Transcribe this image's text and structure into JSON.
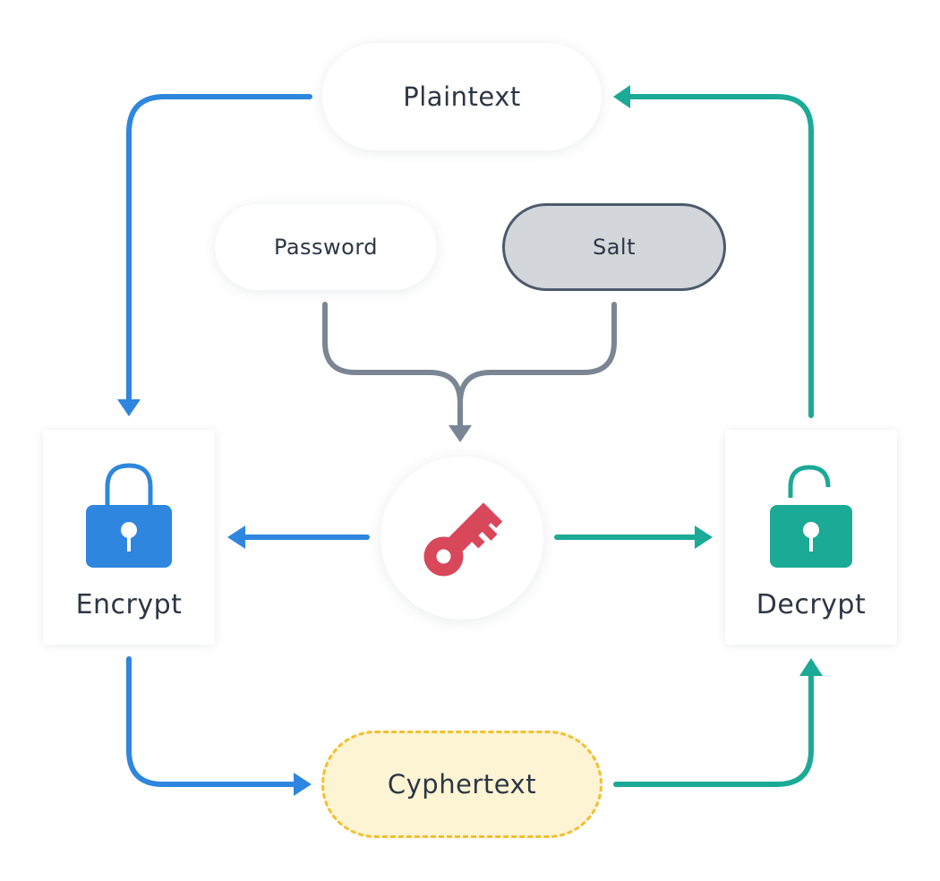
{
  "nodes": {
    "plaintext": "Plaintext",
    "password": "Password",
    "salt": "Salt",
    "encrypt": "Encrypt",
    "decrypt": "Decrypt",
    "cyphertext": "Cyphertext"
  },
  "icons": {
    "encrypt": "locked-padlock-icon",
    "decrypt": "unlocked-padlock-icon",
    "key": "key-icon"
  },
  "colors": {
    "encrypt_flow": "#2e86de",
    "decrypt_flow": "#1aaa96",
    "key_derivation": "#7a8694",
    "key": "#d9475a",
    "salt_fill": "#d3d7db",
    "salt_border": "#4c5b6b",
    "cyphertext_fill": "#fdf4d4",
    "cyphertext_border": "#f0c030",
    "text": "#2c3744"
  }
}
